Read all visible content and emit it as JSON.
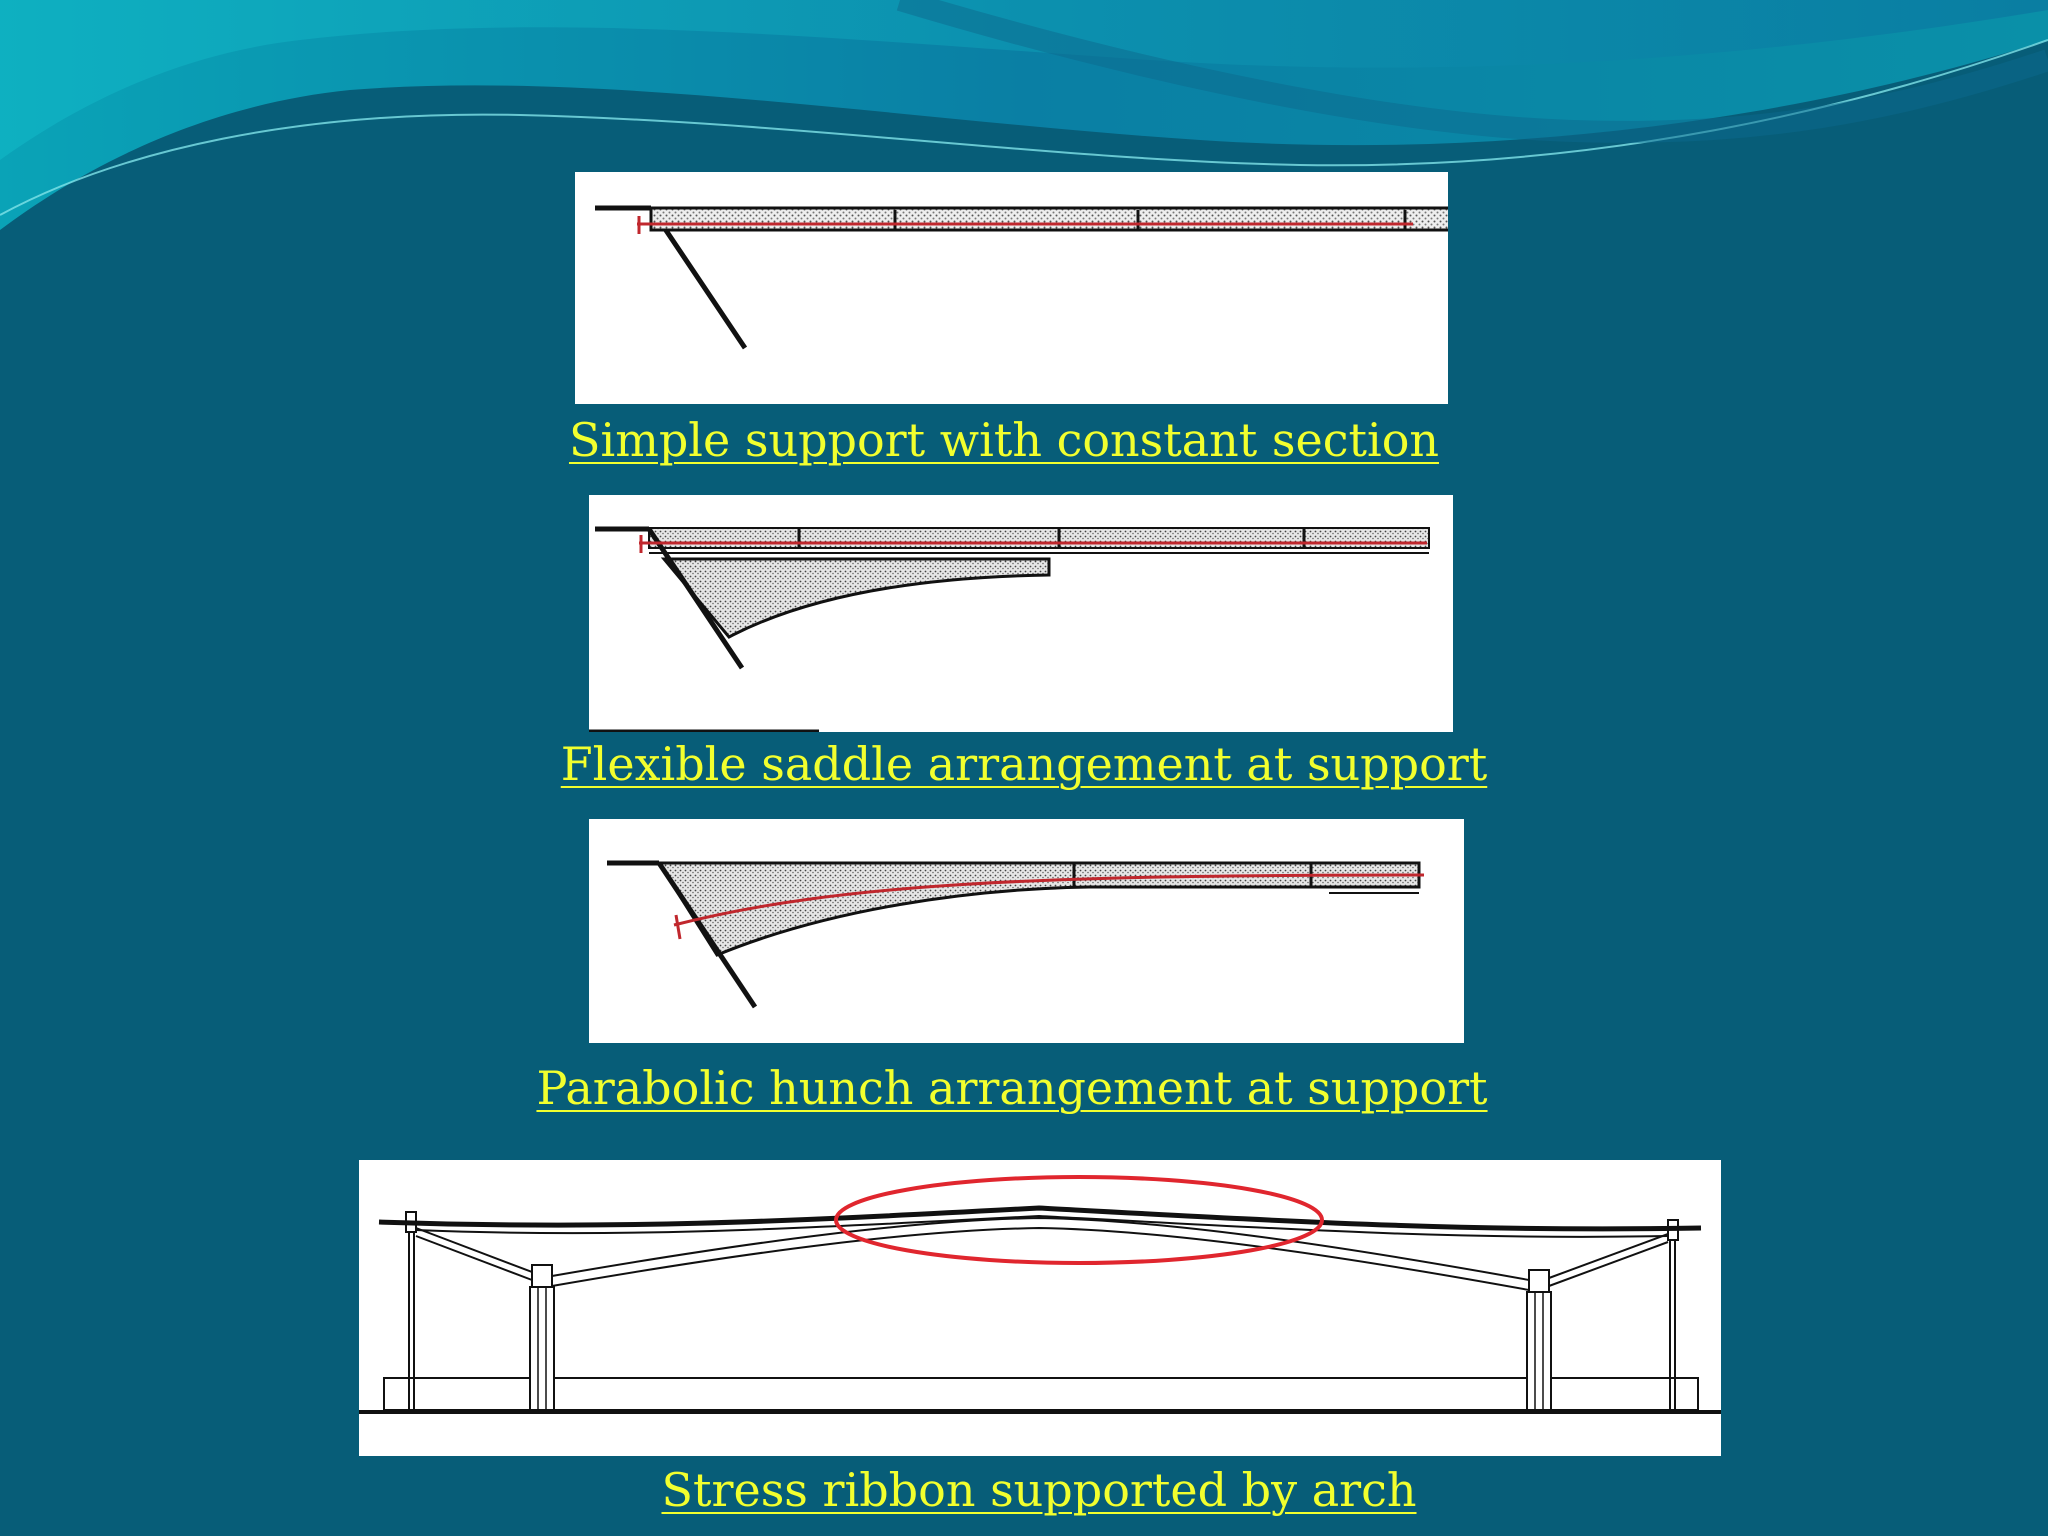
{
  "captions": {
    "simple_support": "Simple support with constant section",
    "flexible_saddle": "Flexible saddle arrangement at support",
    "parabolic_hunch": "Parabolic hunch arrangement at support",
    "stress_ribbon_arch": "Stress ribbon supported by arch"
  },
  "colors": {
    "background": "#075d78",
    "caption": "#f2ff2e",
    "tendon": "#c0272d",
    "highlight_ellipse": "#e0262e",
    "line": "#111111"
  }
}
